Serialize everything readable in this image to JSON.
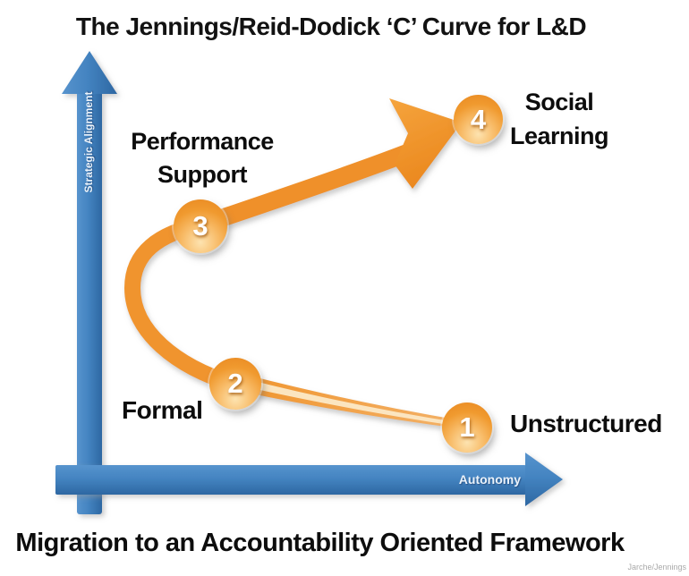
{
  "title": "The Jennings/Reid-Dodick ‘C’ Curve for L&D",
  "caption": "Migration to an Accountability Oriented Framework",
  "watermark": "Jarche/Jennings",
  "axes": {
    "y_label": "Strategic Alignment",
    "x_label": "Autonomy",
    "color": "#3A7ABD"
  },
  "curve": {
    "color": "#F0942E",
    "tail_highlight_color": "#FBE5C0",
    "direction": "1 → 2 → 3 → 4"
  },
  "nodes": [
    {
      "number": "1",
      "label": "Unstructured"
    },
    {
      "number": "2",
      "label": "Formal"
    },
    {
      "number": "3",
      "label": "Performance Support"
    },
    {
      "number": "4",
      "label": "Social Learning"
    }
  ],
  "colors": {
    "node_orange": "#EF9029",
    "node_light": "#FDE3B0",
    "axis_blue": "#3A7ABD",
    "text": "#0D0D0D",
    "watermark_gray": "#A9A9A9"
  }
}
